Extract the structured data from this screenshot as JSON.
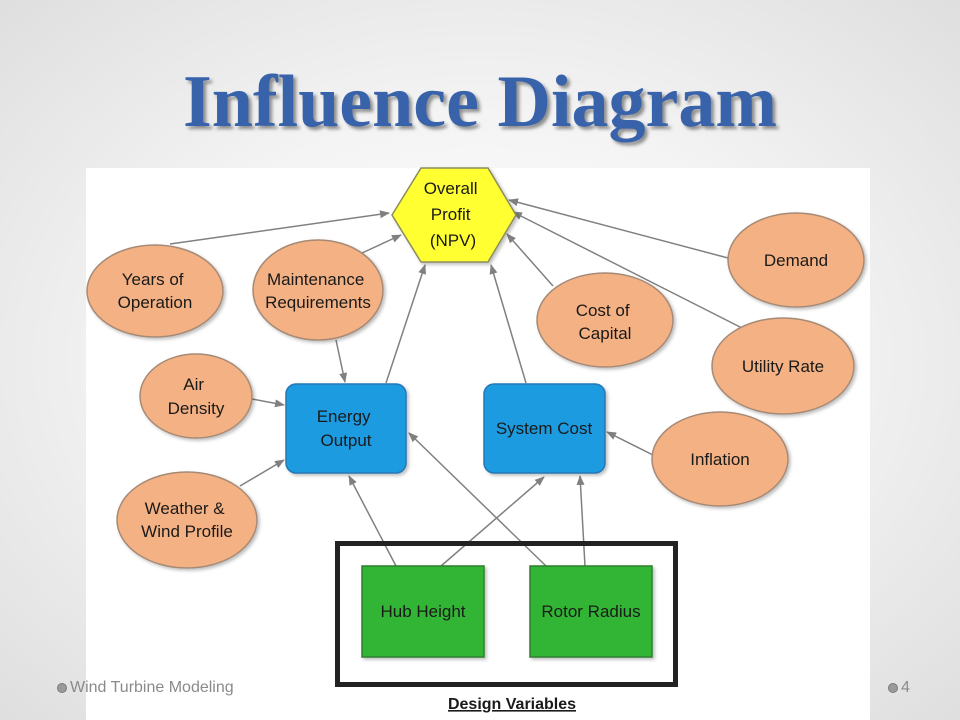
{
  "slide": {
    "title": "Influence Diagram"
  },
  "diagram": {
    "objective": {
      "lines": [
        "Overall",
        "Profit",
        "(NPV)"
      ]
    },
    "ellipses": {
      "years_of_operation": {
        "lines": [
          "Years of",
          "Operation"
        ]
      },
      "maintenance_requirements": {
        "lines": [
          "Maintenance",
          "Requirements"
        ]
      },
      "demand": {
        "lines": [
          "Demand"
        ]
      },
      "cost_of_capital": {
        "lines": [
          "Cost of",
          "Capital"
        ]
      },
      "utility_rate": {
        "lines": [
          "Utility Rate"
        ]
      },
      "air_density": {
        "lines": [
          "Air",
          "Density"
        ]
      },
      "inflation": {
        "lines": [
          "Inflation"
        ]
      },
      "weather_wind_profile": {
        "lines": [
          "Weather &",
          "Wind Profile"
        ]
      }
    },
    "blue_boxes": {
      "energy_output": {
        "lines": [
          "Energy",
          "Output"
        ]
      },
      "system_cost": {
        "lines": [
          "System Cost"
        ]
      }
    },
    "design_variables": {
      "label": "Design Variables",
      "boxes": {
        "hub_height": {
          "lines": [
            "Hub Height"
          ]
        },
        "rotor_radius": {
          "lines": [
            "Rotor Radius"
          ]
        }
      }
    }
  },
  "footer": {
    "text": "Wind Turbine Modeling",
    "page_number": "4"
  },
  "colors": {
    "title": "#3863AB",
    "hexagon_fill": "#FFFF33",
    "ellipse_fill": "#F4B183",
    "blue_box_fill": "#1C9BE0",
    "green_box_fill": "#33B534",
    "arrow": "#808080"
  }
}
